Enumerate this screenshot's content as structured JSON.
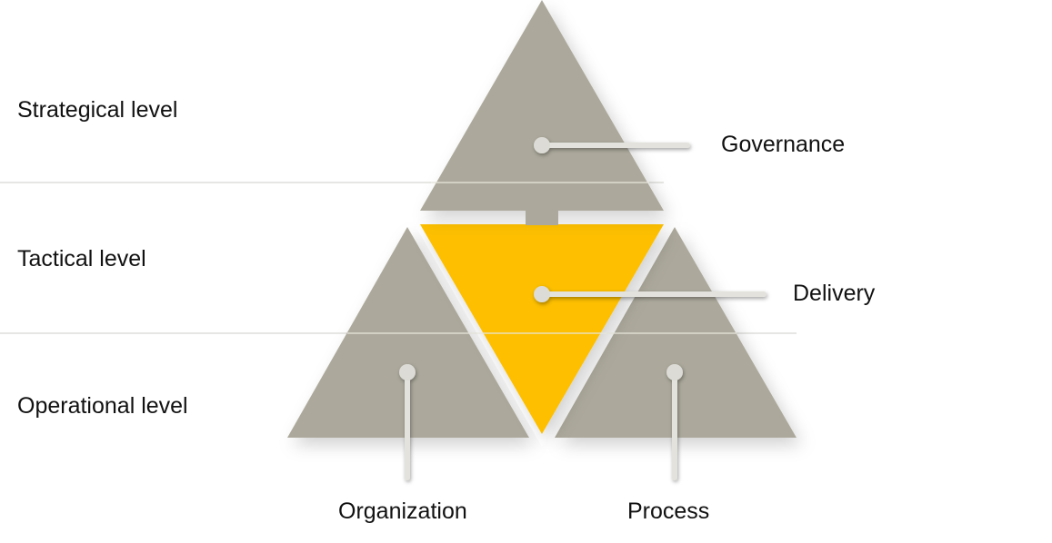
{
  "levels": [
    {
      "label": "Strategical level"
    },
    {
      "label": "Tactical level"
    },
    {
      "label": "Operational level"
    }
  ],
  "nodes": {
    "governance": {
      "label": "Governance"
    },
    "delivery": {
      "label": "Delivery"
    },
    "organization": {
      "label": "Organization"
    },
    "process": {
      "label": "Process"
    }
  },
  "colors": {
    "gray": "#aca99c",
    "yellow": "#fdbf00",
    "connector": "#e3e2dc",
    "divider": "#d6d6d2",
    "text": "#111111"
  }
}
